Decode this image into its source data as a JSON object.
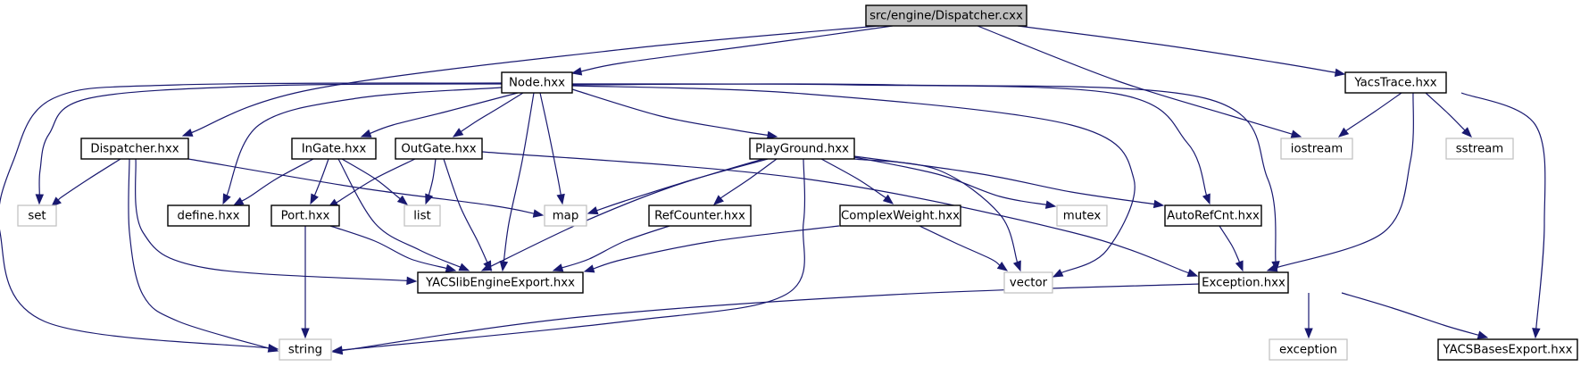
{
  "title": "Include dependency graph for src/engine/Dispatcher.cxx",
  "colors": {
    "edge": "#191970",
    "root_fill": "#bfbfbf",
    "documented_border": "#000000",
    "external_border": "#bfbfbf",
    "background": "#ffffff"
  },
  "nodes": [
    {
      "id": "dispatcher_cxx",
      "label": "src/engine/Dispatcher.cxx",
      "kind": "root"
    },
    {
      "id": "node_hxx",
      "label": "Node.hxx",
      "kind": "documented"
    },
    {
      "id": "yacstrace_hxx",
      "label": "YacsTrace.hxx",
      "kind": "documented"
    },
    {
      "id": "dispatcher_hxx",
      "label": "Dispatcher.hxx",
      "kind": "documented"
    },
    {
      "id": "ingate_hxx",
      "label": "InGate.hxx",
      "kind": "documented"
    },
    {
      "id": "outgate_hxx",
      "label": "OutGate.hxx",
      "kind": "documented"
    },
    {
      "id": "playground_hxx",
      "label": "PlayGround.hxx",
      "kind": "documented"
    },
    {
      "id": "iostream",
      "label": "iostream",
      "kind": "external"
    },
    {
      "id": "sstream",
      "label": "sstream",
      "kind": "external"
    },
    {
      "id": "set",
      "label": "set",
      "kind": "external"
    },
    {
      "id": "define_hxx",
      "label": "define.hxx",
      "kind": "documented"
    },
    {
      "id": "port_hxx",
      "label": "Port.hxx",
      "kind": "documented"
    },
    {
      "id": "list",
      "label": "list",
      "kind": "external"
    },
    {
      "id": "map",
      "label": "map",
      "kind": "external"
    },
    {
      "id": "refcounter_hxx",
      "label": "RefCounter.hxx",
      "kind": "documented"
    },
    {
      "id": "complexweight_hxx",
      "label": "ComplexWeight.hxx",
      "kind": "documented"
    },
    {
      "id": "mutex",
      "label": "mutex",
      "kind": "external"
    },
    {
      "id": "autorefcnt_hxx",
      "label": "AutoRefCnt.hxx",
      "kind": "documented"
    },
    {
      "id": "yacslibengineexport_hxx",
      "label": "YACSlibEngineExport.hxx",
      "kind": "documented"
    },
    {
      "id": "vector",
      "label": "vector",
      "kind": "external"
    },
    {
      "id": "exception_hxx",
      "label": "Exception.hxx",
      "kind": "documented"
    },
    {
      "id": "string",
      "label": "string",
      "kind": "external"
    },
    {
      "id": "exception",
      "label": "exception",
      "kind": "external"
    },
    {
      "id": "yacsbasesexport_hxx",
      "label": "YACSBasesExport.hxx",
      "kind": "documented"
    }
  ],
  "edges": [
    {
      "from": "dispatcher_cxx",
      "to": "dispatcher_hxx"
    },
    {
      "from": "dispatcher_cxx",
      "to": "node_hxx"
    },
    {
      "from": "dispatcher_cxx",
      "to": "iostream"
    },
    {
      "from": "dispatcher_cxx",
      "to": "yacstrace_hxx"
    },
    {
      "from": "node_hxx",
      "to": "set"
    },
    {
      "from": "node_hxx",
      "to": "string"
    },
    {
      "from": "node_hxx",
      "to": "define_hxx"
    },
    {
      "from": "node_hxx",
      "to": "ingate_hxx"
    },
    {
      "from": "node_hxx",
      "to": "outgate_hxx"
    },
    {
      "from": "node_hxx",
      "to": "map"
    },
    {
      "from": "node_hxx",
      "to": "yacslibengineexport_hxx"
    },
    {
      "from": "node_hxx",
      "to": "playground_hxx"
    },
    {
      "from": "node_hxx",
      "to": "vector"
    },
    {
      "from": "node_hxx",
      "to": "autorefcnt_hxx"
    },
    {
      "from": "node_hxx",
      "to": "exception_hxx"
    },
    {
      "from": "dispatcher_hxx",
      "to": "set"
    },
    {
      "from": "dispatcher_hxx",
      "to": "map"
    },
    {
      "from": "dispatcher_hxx",
      "to": "string"
    },
    {
      "from": "dispatcher_hxx",
      "to": "yacslibengineexport_hxx"
    },
    {
      "from": "ingate_hxx",
      "to": "define_hxx"
    },
    {
      "from": "ingate_hxx",
      "to": "port_hxx"
    },
    {
      "from": "ingate_hxx",
      "to": "list"
    },
    {
      "from": "ingate_hxx",
      "to": "yacslibengineexport_hxx"
    },
    {
      "from": "outgate_hxx",
      "to": "port_hxx"
    },
    {
      "from": "outgate_hxx",
      "to": "list"
    },
    {
      "from": "outgate_hxx",
      "to": "yacslibengineexport_hxx"
    },
    {
      "from": "outgate_hxx",
      "to": "exception_hxx"
    },
    {
      "from": "port_hxx",
      "to": "string"
    },
    {
      "from": "port_hxx",
      "to": "yacslibengineexport_hxx"
    },
    {
      "from": "playground_hxx",
      "to": "map"
    },
    {
      "from": "playground_hxx",
      "to": "yacslibengineexport_hxx"
    },
    {
      "from": "playground_hxx",
      "to": "refcounter_hxx"
    },
    {
      "from": "playground_hxx",
      "to": "string"
    },
    {
      "from": "playground_hxx",
      "to": "complexweight_hxx"
    },
    {
      "from": "playground_hxx",
      "to": "vector"
    },
    {
      "from": "playground_hxx",
      "to": "mutex"
    },
    {
      "from": "playground_hxx",
      "to": "autorefcnt_hxx"
    },
    {
      "from": "refcounter_hxx",
      "to": "yacslibengineexport_hxx"
    },
    {
      "from": "complexweight_hxx",
      "to": "yacslibengineexport_hxx"
    },
    {
      "from": "complexweight_hxx",
      "to": "vector"
    },
    {
      "from": "autorefcnt_hxx",
      "to": "exception_hxx"
    },
    {
      "from": "yacstrace_hxx",
      "to": "iostream"
    },
    {
      "from": "yacstrace_hxx",
      "to": "sstream"
    },
    {
      "from": "yacstrace_hxx",
      "to": "exception_hxx"
    },
    {
      "from": "yacstrace_hxx",
      "to": "yacsbasesexport_hxx"
    },
    {
      "from": "exception_hxx",
      "to": "string"
    },
    {
      "from": "exception_hxx",
      "to": "exception"
    },
    {
      "from": "exception_hxx",
      "to": "yacsbasesexport_hxx"
    }
  ]
}
